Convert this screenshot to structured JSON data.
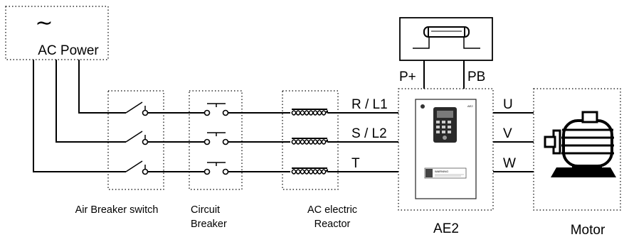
{
  "power": {
    "symbol": "∼",
    "label": "AC Power"
  },
  "braking": {
    "p_plus": "P+",
    "pb": "PB"
  },
  "input_terminals": [
    "R / L1",
    "S / L2",
    "T"
  ],
  "output_terminals": [
    "U",
    "V",
    "W"
  ],
  "captions": {
    "air_breaker": "Air Breaker switch",
    "circuit_breaker_1": "Circuit",
    "circuit_breaker_2": "Breaker",
    "reactor_1": "AC electric",
    "reactor_2": "Reactor",
    "drive": "AE2",
    "motor": "Motor"
  },
  "device_panel": {
    "warning_text": "WARNING"
  }
}
